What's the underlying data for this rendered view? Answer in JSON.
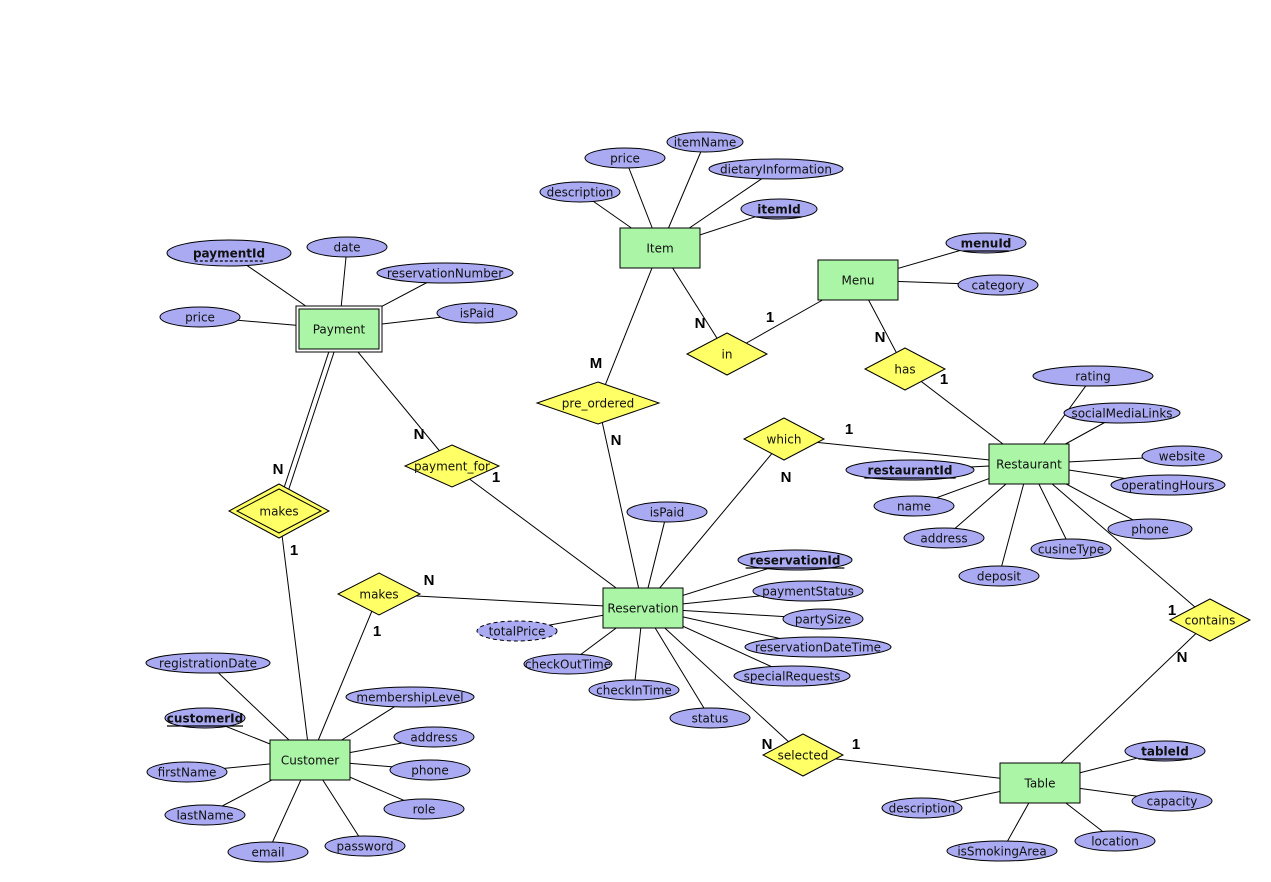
{
  "colors": {
    "entity": "#aaf5a6",
    "attribute": "#aaaaf3",
    "relationship": "#ffff66",
    "stroke": "#000000"
  },
  "entities": [
    {
      "id": "item",
      "label": "Item"
    },
    {
      "id": "menu",
      "label": "Menu"
    },
    {
      "id": "payment",
      "label": "Payment",
      "weak": true
    },
    {
      "id": "restaurant",
      "label": "Restaurant"
    },
    {
      "id": "reservation",
      "label": "Reservation"
    },
    {
      "id": "customer",
      "label": "Customer"
    },
    {
      "id": "table",
      "label": "Table"
    }
  ],
  "relationships": [
    {
      "id": "in",
      "label": "in"
    },
    {
      "id": "has",
      "label": "has"
    },
    {
      "id": "pre_ordered",
      "label": "pre_ordered"
    },
    {
      "id": "which",
      "label": "which"
    },
    {
      "id": "payment_for",
      "label": "payment_for"
    },
    {
      "id": "makes_payment",
      "label": "makes",
      "weak": true
    },
    {
      "id": "makes_reservation",
      "label": "makes"
    },
    {
      "id": "contains",
      "label": "contains"
    },
    {
      "id": "selected",
      "label": "selected"
    }
  ],
  "attributes": [
    {
      "owner": "item",
      "label": "price"
    },
    {
      "owner": "item",
      "label": "itemName"
    },
    {
      "owner": "item",
      "label": "dietaryInformation"
    },
    {
      "owner": "item",
      "label": "itemId",
      "key": true
    },
    {
      "owner": "item",
      "label": "description"
    },
    {
      "owner": "menu",
      "label": "menuId",
      "key": true
    },
    {
      "owner": "menu",
      "label": "category"
    },
    {
      "owner": "payment",
      "label": "paymentId",
      "partial_key": true
    },
    {
      "owner": "payment",
      "label": "date"
    },
    {
      "owner": "payment",
      "label": "reservationNumber"
    },
    {
      "owner": "payment",
      "label": "price"
    },
    {
      "owner": "payment",
      "label": "isPaid"
    },
    {
      "owner": "restaurant",
      "label": "rating"
    },
    {
      "owner": "restaurant",
      "label": "socialMediaLinks"
    },
    {
      "owner": "restaurant",
      "label": "website"
    },
    {
      "owner": "restaurant",
      "label": "operatingHours"
    },
    {
      "owner": "restaurant",
      "label": "phone"
    },
    {
      "owner": "restaurant",
      "label": "cusineType"
    },
    {
      "owner": "restaurant",
      "label": "deposit"
    },
    {
      "owner": "restaurant",
      "label": "address"
    },
    {
      "owner": "restaurant",
      "label": "name"
    },
    {
      "owner": "restaurant",
      "label": "restaurantId",
      "key": true
    },
    {
      "owner": "reservation",
      "label": "isPaid"
    },
    {
      "owner": "reservation",
      "label": "reservationId",
      "key": true
    },
    {
      "owner": "reservation",
      "label": "paymentStatus"
    },
    {
      "owner": "reservation",
      "label": "partySize"
    },
    {
      "owner": "reservation",
      "label": "reservationDateTime"
    },
    {
      "owner": "reservation",
      "label": "specialRequests"
    },
    {
      "owner": "reservation",
      "label": "status"
    },
    {
      "owner": "reservation",
      "label": "checkInTime"
    },
    {
      "owner": "reservation",
      "label": "checkOutTime"
    },
    {
      "owner": "reservation",
      "label": "totalPrice",
      "derived": true
    },
    {
      "owner": "customer",
      "label": "registrationDate"
    },
    {
      "owner": "customer",
      "label": "customerId",
      "key": true
    },
    {
      "owner": "customer",
      "label": "membershipLevel"
    },
    {
      "owner": "customer",
      "label": "address"
    },
    {
      "owner": "customer",
      "label": "phone"
    },
    {
      "owner": "customer",
      "label": "role"
    },
    {
      "owner": "customer",
      "label": "password"
    },
    {
      "owner": "customer",
      "label": "email"
    },
    {
      "owner": "customer",
      "label": "lastName"
    },
    {
      "owner": "customer",
      "label": "firstName"
    },
    {
      "owner": "table",
      "label": "tableId",
      "key": true
    },
    {
      "owner": "table",
      "label": "capacity"
    },
    {
      "owner": "table",
      "label": "location"
    },
    {
      "owner": "table",
      "label": "isSmokingArea"
    },
    {
      "owner": "table",
      "label": "description"
    }
  ],
  "links": [
    {
      "from": "item",
      "to": "pre_ordered",
      "cardinality": "M"
    },
    {
      "from": "pre_ordered",
      "to": "reservation",
      "cardinality": "N"
    },
    {
      "from": "item",
      "to": "in",
      "cardinality": "N"
    },
    {
      "from": "in",
      "to": "menu",
      "cardinality": "1"
    },
    {
      "from": "menu",
      "to": "has",
      "cardinality": "N"
    },
    {
      "from": "has",
      "to": "restaurant",
      "cardinality": "1"
    },
    {
      "from": "which",
      "to": "restaurant",
      "cardinality": "1"
    },
    {
      "from": "which",
      "to": "reservation",
      "cardinality": "N"
    },
    {
      "from": "payment",
      "to": "payment_for",
      "cardinality": "N"
    },
    {
      "from": "payment_for",
      "to": "reservation",
      "cardinality": "1"
    },
    {
      "from": "payment",
      "to": "makes_payment",
      "cardinality": "N",
      "total": true
    },
    {
      "from": "makes_payment",
      "to": "customer",
      "cardinality": "1"
    },
    {
      "from": "makes_reservation",
      "to": "reservation",
      "cardinality": "N"
    },
    {
      "from": "makes_reservation",
      "to": "customer",
      "cardinality": "1"
    },
    {
      "from": "restaurant",
      "to": "contains",
      "cardinality": "1"
    },
    {
      "from": "contains",
      "to": "table",
      "cardinality": "N"
    },
    {
      "from": "reservation",
      "to": "selected",
      "cardinality": "N"
    },
    {
      "from": "selected",
      "to": "table",
      "cardinality": "1"
    }
  ]
}
